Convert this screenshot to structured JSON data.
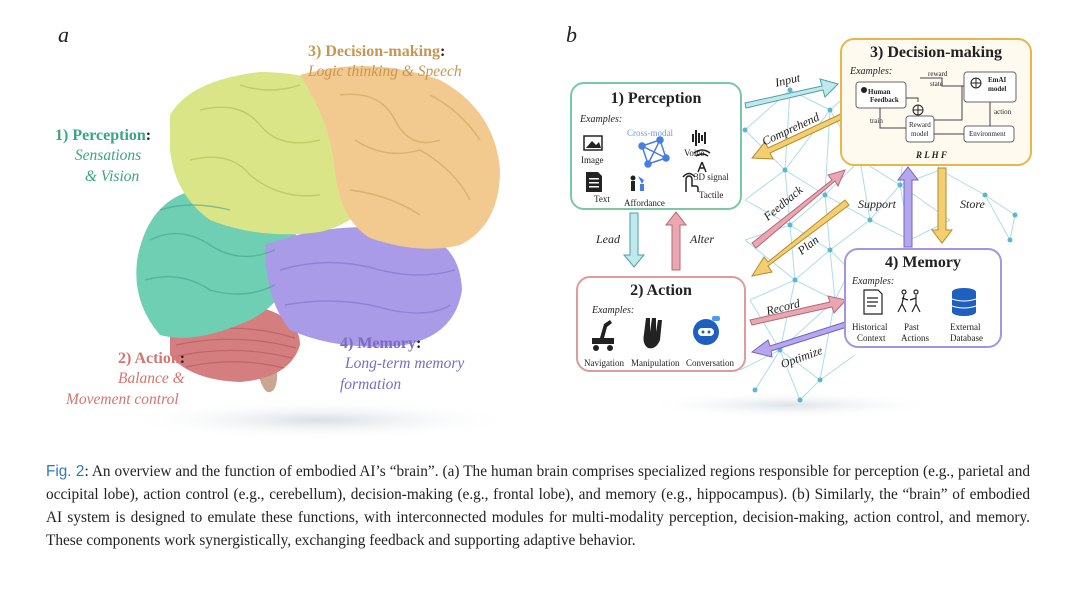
{
  "panel_a": {
    "letter": "a",
    "regions": {
      "perception": {
        "title": "1) Perception",
        "colon": ":",
        "sub": [
          "Sensations",
          "& Vision"
        ],
        "color": "#3aa583"
      },
      "decision": {
        "title": "3) Decision-making",
        "colon": ":",
        "sub": [
          "Logic thinking & Speech"
        ],
        "color": "#c9964f"
      },
      "action": {
        "title": "2) Action",
        "colon": ":",
        "sub": [
          "Balance &",
          "Movement control"
        ],
        "color": "#d2766e"
      },
      "memory": {
        "title": "4) Memory",
        "colon": ":",
        "sub": [
          "Long-term memory",
          "formation"
        ],
        "color": "#7a6cc0"
      }
    }
  },
  "panel_b": {
    "letter": "b",
    "perception": {
      "title": "1) Perception",
      "examples": "Examples:",
      "items": {
        "image": "Image",
        "crossmodal": "Cross-modal",
        "voice": "Voice",
        "signal3d": "3D signal",
        "text": "Text",
        "affordance": "Affordance",
        "tactile": "Tactile"
      }
    },
    "decision": {
      "title": "3) Decision-making",
      "examples": "Examples:",
      "items": {
        "human": "Human",
        "feedback": "Feedback",
        "emai": "EmAI",
        "model": "model",
        "reward": "reward",
        "state": "state",
        "action": "action",
        "train": "train",
        "reward_model_1": "Reward",
        "reward_model_2": "model",
        "environment": "Environment",
        "rlhf": "R L H F"
      }
    },
    "action": {
      "title": "2) Action",
      "examples": "Examples:",
      "items": {
        "navigation": "Navigation",
        "manipulation": "Manipulation",
        "conversation": "Conversation"
      }
    },
    "memory": {
      "title": "4) Memory",
      "examples": "Examples:",
      "items": {
        "historical_1": "Historical",
        "historical_2": "Context",
        "past_1": "Past",
        "past_2": "Actions",
        "external_1": "External",
        "external_2": "Database"
      }
    },
    "edges": {
      "input": "Input",
      "comprehend": "Comprehend",
      "feedback": "Feedback",
      "plan": "Plan",
      "support": "Support",
      "store": "Store",
      "lead": "Lead",
      "alter": "Alter",
      "record": "Record",
      "optimize": "Optimize"
    }
  },
  "caption": {
    "fig": "Fig. 2",
    "text": ": An overview and the function of embodied AI’s “brain”. (a) The human brain comprises specialized regions responsible for perception (e.g., parietal and occipital lobe), action control (e.g., cerebellum), decision-making (e.g., frontal lobe), and memory (e.g., hippocampus). (b) Similarly, the “brain” of embodied AI system is designed to emulate these functions, with interconnected modules for multi-modality perception, decision-making, action control, and memory. These components work synergistically, exchanging feedback and supporting adaptive behavior."
  },
  "colors": {
    "perception": "#3aa583",
    "decision": "#e8b24a",
    "action": "#d98a8a",
    "memory": "#8a7ad0",
    "arrow_teal": "#9fd9dd",
    "arrow_yellow": "#f0c860",
    "arrow_pink": "#e79aa8",
    "arrow_purple": "#a99be8",
    "network": "#9dd7e6"
  }
}
